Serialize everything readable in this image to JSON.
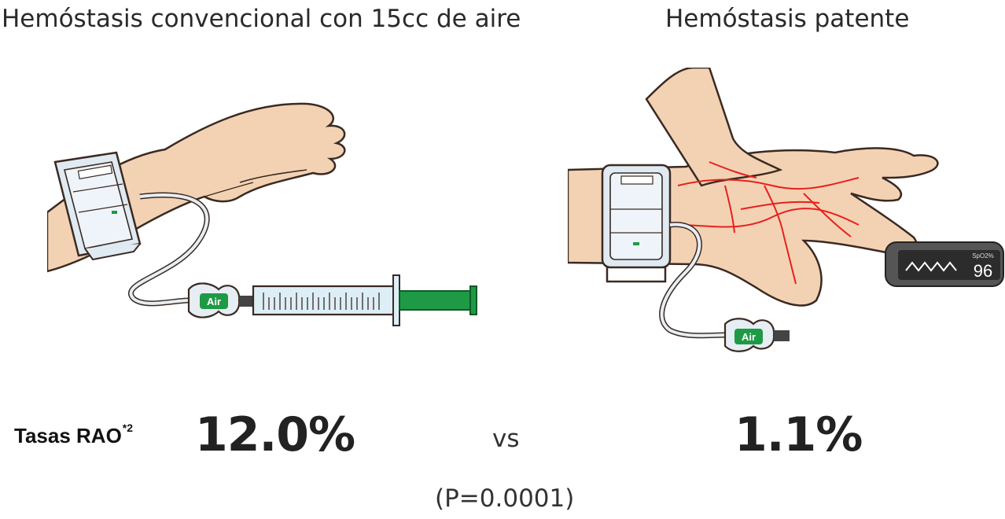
{
  "titles": {
    "left": "Hemóstasis convencional con 15cc de aire",
    "right": "Hemóstasis patente"
  },
  "device": {
    "valve_label": "Air",
    "oximeter_reading": "96",
    "oximeter_unit": "SpO2%"
  },
  "results": {
    "label": "Tasas RAO",
    "footnote": "*2",
    "left_value": "12.0%",
    "vs": "vs",
    "right_value": "1.1%",
    "p_value": "(P=0.0001)"
  },
  "colors": {
    "skin": "#f3d2b4",
    "outline": "#3a2a22",
    "band": "#dfeaf2",
    "syringe_green": "#1e9a45",
    "vessels": "#e8201e"
  }
}
